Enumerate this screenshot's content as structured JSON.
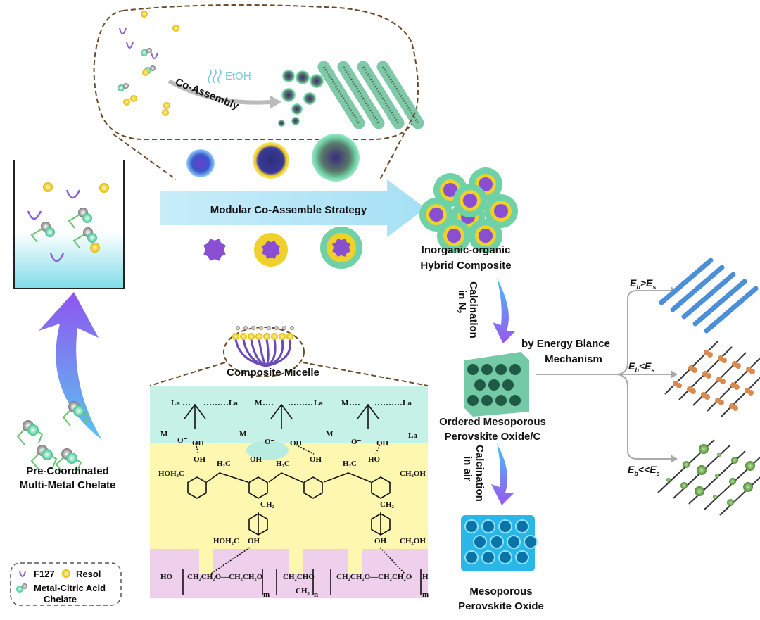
{
  "top_panel": {
    "solvent": "EtOH",
    "process": "Co-Assembly"
  },
  "main_arrow": {
    "label": "Modular Co-Assemble Strategy"
  },
  "left": {
    "chelate_title_1": "Pre-Coordinated",
    "chelate_title_2": "Multi-Metal Chelate"
  },
  "legend": {
    "f127": "F127",
    "resol": "Resol",
    "chelate_1": "Metal-Citric Acid",
    "chelate_2": "Chelate"
  },
  "micelle": {
    "label": "Composite Micelle"
  },
  "chem": {
    "top": [
      "La",
      "La",
      "M",
      "La",
      "M",
      "La",
      "M",
      "M",
      "M",
      "La",
      "O⁻",
      "O⁻",
      "O⁻",
      "OH",
      "OH",
      "OH"
    ],
    "mid": [
      "OH",
      "OH",
      "OH",
      "HO",
      "H₂C",
      "H₂C",
      "H₂C",
      "HOH₂C",
      "CH₂OH",
      "CH₂",
      "CH₂",
      "HOH₂C",
      "OH",
      "OH",
      "CH₂OH"
    ],
    "polymer": [
      "HO",
      "CH₂CH₂O—CH₂CH₂O",
      "CH₂CHO",
      "CH₃",
      "CH₂CH₂O—CH₂CH₂O",
      "H",
      "m",
      "n",
      "m"
    ]
  },
  "right": {
    "hybrid_1": "Inorganic-organic",
    "hybrid_2": "Hybrid Composite",
    "calc_n2_1": "Calcination",
    "calc_n2_2": "in N",
    "calc_n2_sub": "2",
    "mechanism_1": "by Energy Blance",
    "mechanism_2": "Mechanism",
    "ordered_1": "Ordered Mesoporous",
    "ordered_2": "Perovskite Oxide/C",
    "calc_air_1": "Calcination",
    "calc_air_2": "in air",
    "meso_1": "Mesoporous",
    "meso_2": "Perovskite Oxide"
  },
  "branches": [
    {
      "e": "E",
      "sub1": "b",
      "op": ">",
      "sub2": "s"
    },
    {
      "e": "E",
      "sub1": "b",
      "op": "<",
      "sub2": "s"
    },
    {
      "e": "E",
      "sub1": "b",
      "op": "<<",
      "sub2": "s"
    }
  ],
  "colors": {
    "arrow": "#bfe9f7",
    "cyan_band": "#c6f1e6",
    "yellow_band": "#fdf7b0",
    "pink_band": "#efd0ec",
    "resol": "#f4d21e",
    "f127": "#8a5fd6",
    "chelate": "#5fd3a8"
  }
}
